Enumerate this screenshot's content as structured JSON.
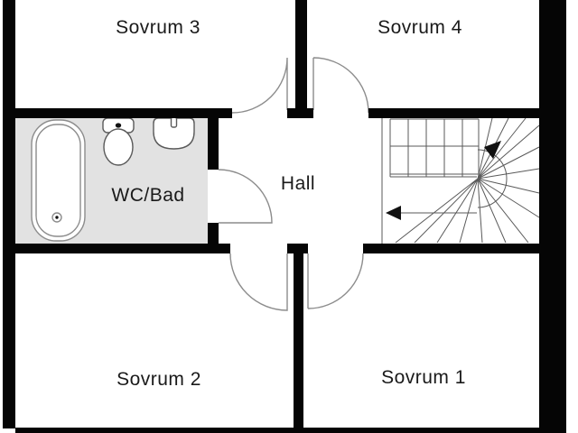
{
  "rooms": {
    "sovrum3": "Sovrum 3",
    "sovrum4": "Sovrum 4",
    "wc_bad": "WC/Bad",
    "hall": "Hall",
    "sovrum2": "Sovrum 2",
    "sovrum1": "Sovrum 1"
  },
  "fixtures": {
    "bathtub": "bathtub",
    "toilet": "toilet",
    "sink": "sink-with-tap",
    "staircase": "winder-staircase",
    "stair_up_arrow": "stair-direction-up-arrow",
    "stair_down_arrow": "stair-direction-down-arrow"
  },
  "colors": {
    "wall": "#050505",
    "bathroom_floor": "#e2e2e2",
    "line_light": "#8c8c8c",
    "line_dark": "#5a5a5a",
    "text": "#1a1a1a",
    "background": "#ffffff"
  }
}
